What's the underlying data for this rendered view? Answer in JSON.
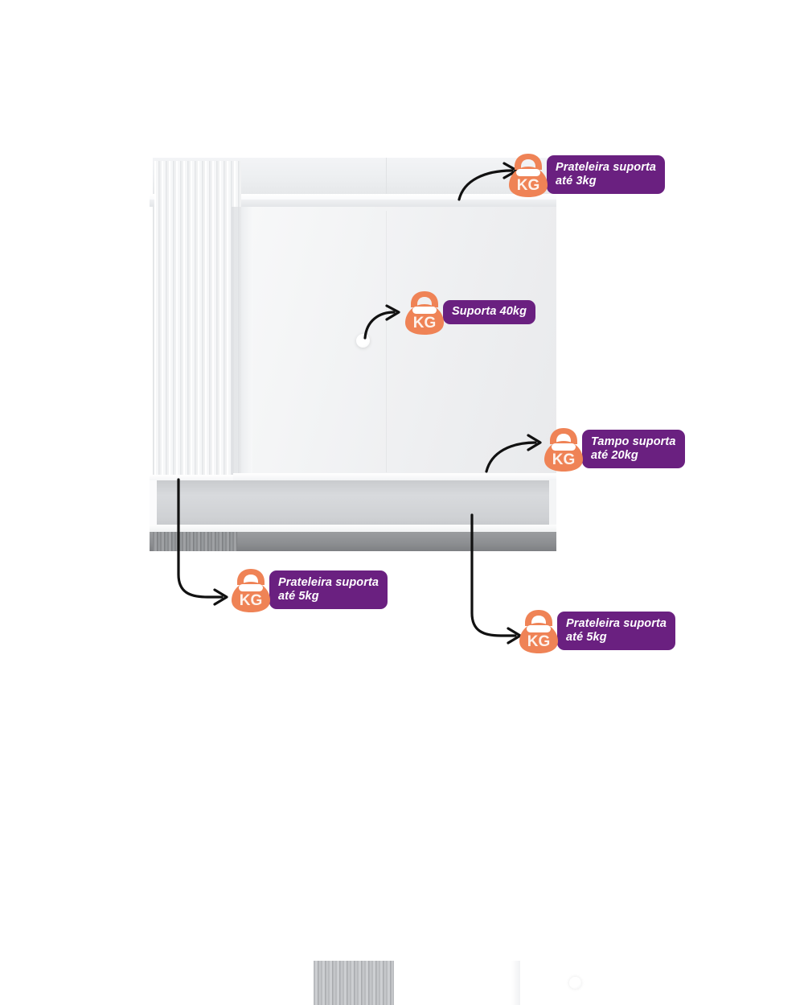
{
  "product": {
    "type": "wall-mounted-tv-panel",
    "description": "Painel para TV branco com ripado vertical, prateleira superior e nichos inferiores",
    "colors": {
      "panel_white": "#f4f5f6",
      "niche_gray": "#cfd1d4",
      "base_shadow": "#8e9093",
      "badge_purple": "#6a2080",
      "kettlebell_orange": "#ef8356",
      "arrow_black": "#111111"
    }
  },
  "icons": {
    "kettlebell_label": "KG"
  },
  "annotations": [
    {
      "id": "top-shelf",
      "icon": "kettlebell-icon",
      "icon_text": "KG",
      "label": "Prateleira suporta\naté 3kg",
      "weight": "3kg",
      "target": "prateleira superior"
    },
    {
      "id": "tv-panel",
      "icon": "kettlebell-icon",
      "icon_text": "KG",
      "label": "Suporta 40kg",
      "weight": "40kg",
      "target": "painel para TV"
    },
    {
      "id": "tampo",
      "icon": "kettlebell-icon",
      "icon_text": "KG",
      "label": "Tampo suporta\naté 20kg",
      "weight": "20kg",
      "target": "tampo"
    },
    {
      "id": "left-niche",
      "icon": "kettlebell-icon",
      "icon_text": "KG",
      "label": "Prateleira suporta\naté 5kg",
      "weight": "5kg",
      "target": "nicho esquerdo"
    },
    {
      "id": "right-niche",
      "icon": "kettlebell-icon",
      "icon_text": "KG",
      "label": "Prateleira suporta\naté 5kg",
      "weight": "5kg",
      "target": "nicho direito"
    }
  ]
}
